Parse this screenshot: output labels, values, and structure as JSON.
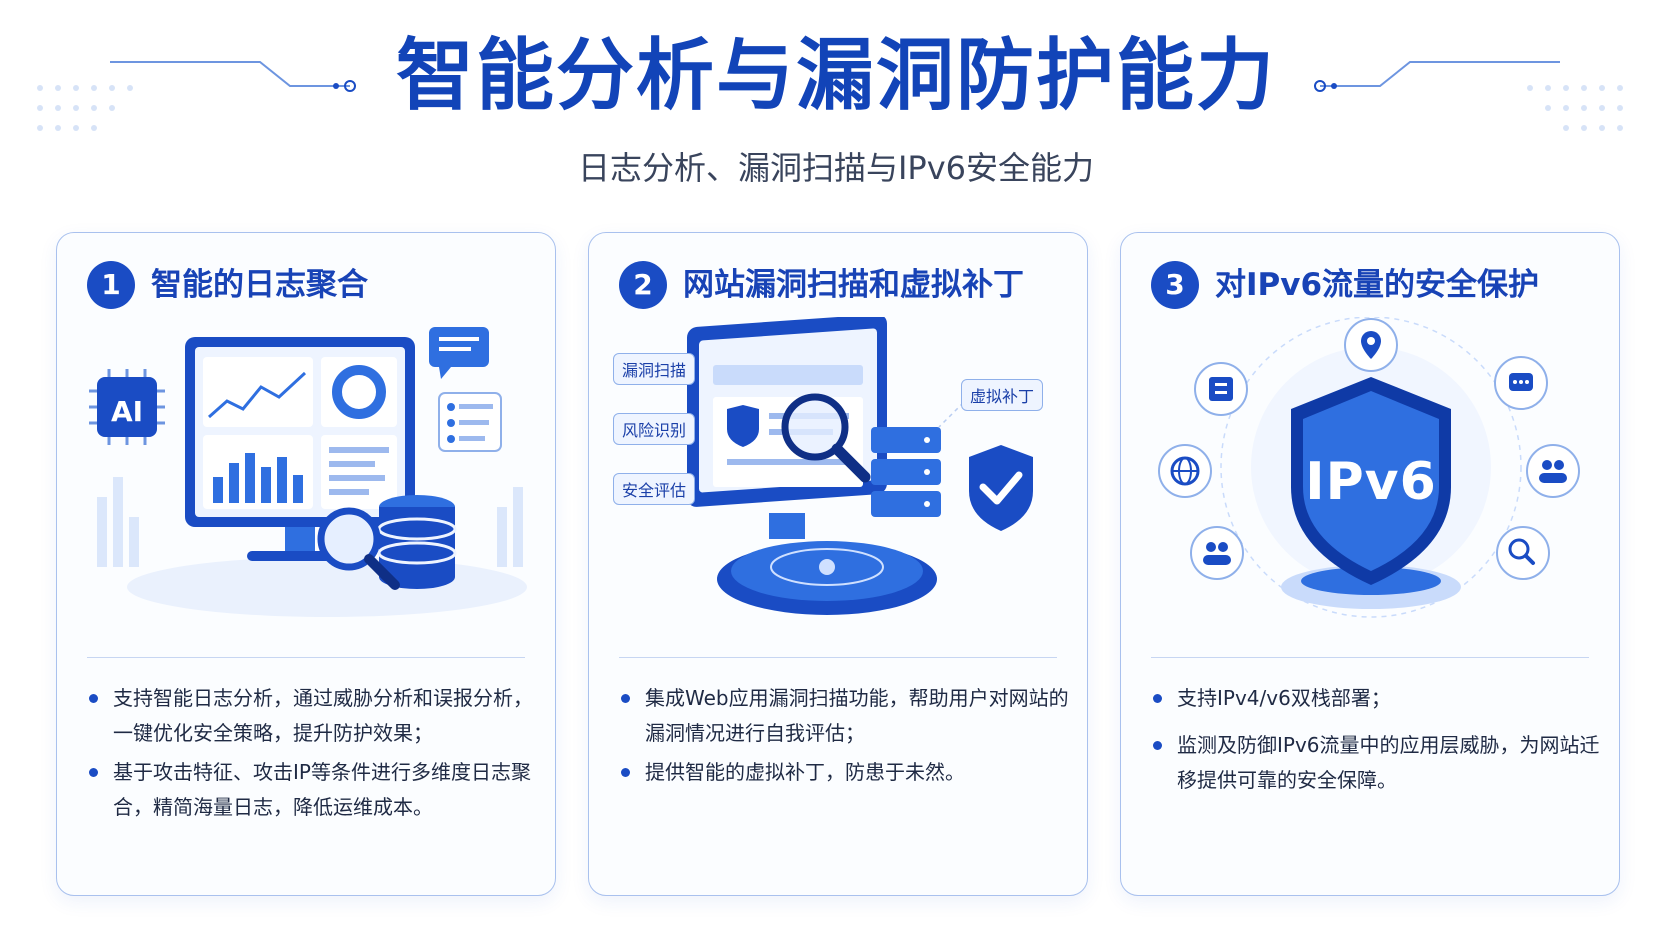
{
  "page": {
    "title": "智能分析与漏洞防护能力",
    "subtitle": "日志分析、漏洞扫描与IPv6安全能力"
  },
  "colors": {
    "accent": "#1a4cc4",
    "title": "#1244b8",
    "border": "#a9c1ee"
  },
  "cards": [
    {
      "number": "1",
      "title": "智能的日志聚合",
      "illustration_label": "AI",
      "icons": [
        "ai-chip-icon",
        "monitor-dashboard-icon",
        "magnifier-icon",
        "database-icon",
        "chat-bubble-icon",
        "list-card-icon"
      ],
      "bullets": [
        "支持智能日志分析，通过威胁分析和误报分析，一键优化安全策略，提升防护效果；",
        "基于攻击特征、攻击IP等条件进行多维度日志聚合，精简海量日志，降低运维成本。"
      ]
    },
    {
      "number": "2",
      "title": "网站漏洞扫描和虚拟补丁",
      "chips": [
        "漏洞扫描",
        "风险识别",
        "安全评估",
        "虚拟补丁"
      ],
      "icons": [
        "monitor-icon",
        "magnifier-icon",
        "server-stack-icon",
        "shield-check-icon"
      ],
      "bullets": [
        "集成Web应用漏洞扫描功能，帮助用户对网站的漏洞情况进行自我评估；",
        "提供智能的虚拟补丁，防患于未然。"
      ]
    },
    {
      "number": "3",
      "title": "对IPv6流量的安全保护",
      "illustration_label": "IPv6",
      "icons": [
        "location-pin-icon",
        "chat-icon",
        "users-icon",
        "search-icon",
        "users-icon",
        "globe-icon",
        "building-icon",
        "shield-icon"
      ],
      "bullets": [
        "支持IPv4/v6双栈部署；",
        "监测及防御IPv6流量中的应用层威胁，为网站迁移提供可靠的安全保障。"
      ]
    }
  ]
}
